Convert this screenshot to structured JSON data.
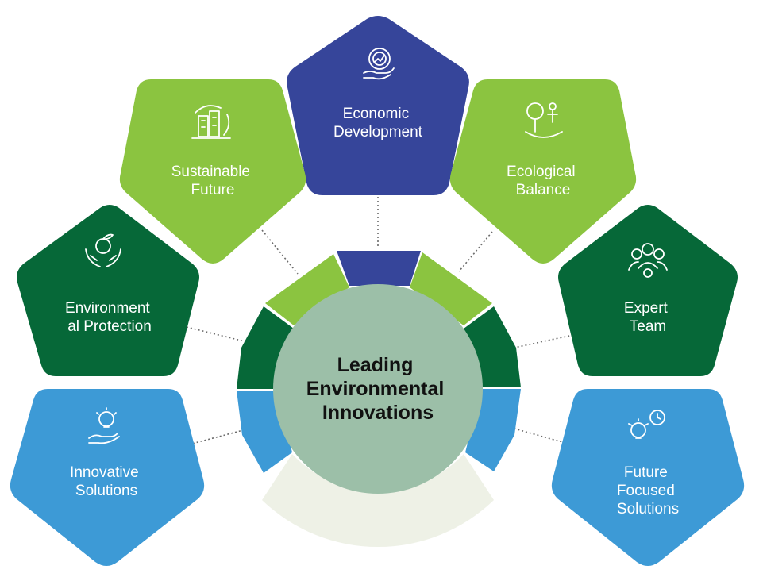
{
  "center": {
    "title_lines": [
      "Leading",
      "Environmental",
      "Innovations"
    ]
  },
  "colors": {
    "navy": "#36459a",
    "light_green": "#8bc440",
    "dark_green": "#066838",
    "blue": "#3d9ad6",
    "center_fill": "#9cbfa8",
    "ring_base": "#eef1e6"
  },
  "nodes": [
    {
      "id": "economic-development",
      "label_lines": [
        "Economic",
        "Development"
      ],
      "icon": "hand-gear-chart-icon",
      "color": "#36459a"
    },
    {
      "id": "sustainable-future",
      "label_lines": [
        "Sustainable",
        "Future"
      ],
      "icon": "eco-buildings-icon",
      "color": "#8bc440"
    },
    {
      "id": "ecological-balance",
      "label_lines": [
        "Ecological",
        "Balance"
      ],
      "icon": "tree-person-globe-icon",
      "color": "#8bc440"
    },
    {
      "id": "environmental-protection",
      "label_lines": [
        "Environment",
        "al Protection"
      ],
      "icon": "hands-globe-plant-icon",
      "color": "#066838"
    },
    {
      "id": "expert-team",
      "label_lines": [
        "Expert",
        "Team"
      ],
      "icon": "team-people-icon",
      "color": "#066838"
    },
    {
      "id": "innovative-solutions",
      "label_lines": [
        "Innovative",
        "Solutions"
      ],
      "icon": "hand-lightbulb-icon",
      "color": "#3d9ad6"
    },
    {
      "id": "future-focused-solutions",
      "label_lines": [
        "Future",
        "Focused",
        "Solutions"
      ],
      "icon": "lightbulb-clock-icon",
      "color": "#3d9ad6"
    }
  ]
}
